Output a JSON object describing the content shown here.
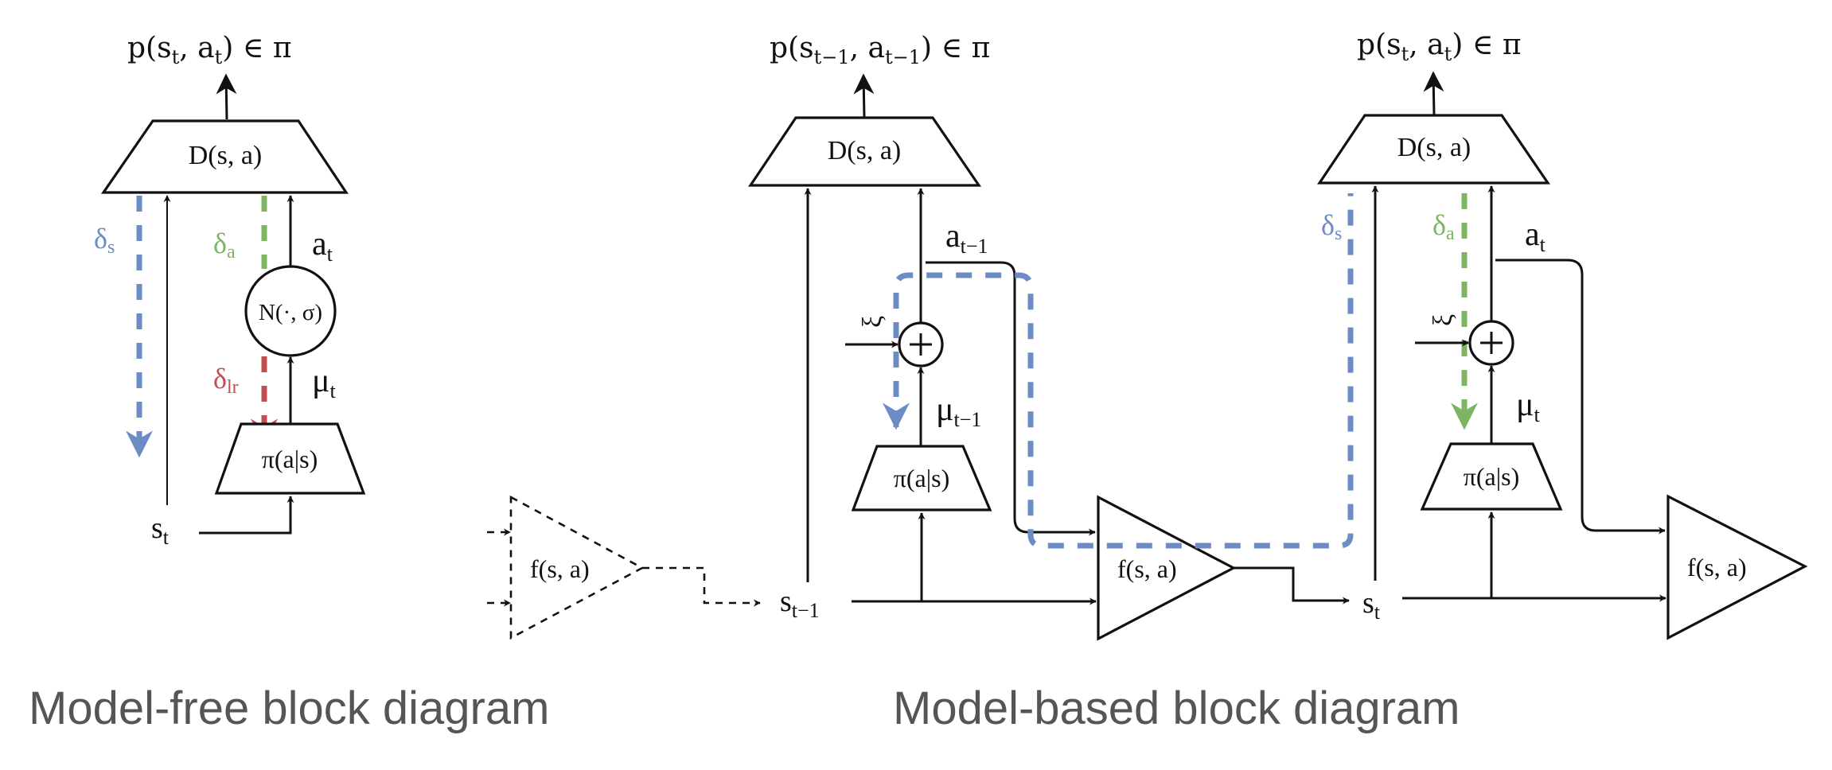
{
  "colors": {
    "grad_state": "#6b8cc4",
    "grad_action": "#7db563",
    "grad_lr": "#c0504d",
    "caption": "#555555",
    "line": "#111111"
  },
  "captions": {
    "model_free": "Model-free block diagram",
    "model_based": "Model-based block diagram"
  },
  "model_free": {
    "output": "p(sₜ, aₜ) ∈ π",
    "discriminator": "D(s, a)",
    "noise": "N(·, σ)",
    "policy": "π(a|s)",
    "labels": {
      "delta_s": "δ",
      "delta_s_sub": "s",
      "delta_a": "δ",
      "delta_a_sub": "a",
      "delta_lr": "δ",
      "delta_lr_sub": "lr",
      "action": "a",
      "action_sub": "t",
      "mean": "μ",
      "mean_sub": "t",
      "state": "s",
      "state_sub": "t"
    }
  },
  "model_based": {
    "prev_model": "f(s, a)",
    "step_prev": {
      "output": "p(s",
      "output_sub1": "t−1",
      "output_mid": ", a",
      "output_sub2": "t−1",
      "output_end": ") ∈ π",
      "discriminator": "D(s, a)",
      "policy": "π(a|s)",
      "noise_label": "ξ",
      "action": "a",
      "action_sub": "t−1",
      "mean": "μ",
      "mean_sub": "t−1",
      "state": "s",
      "state_sub": "t−1",
      "model": "f(s, a)"
    },
    "step_curr": {
      "output": "p(s",
      "output_sub1": "t",
      "output_mid": ", a",
      "output_sub2": "t",
      "output_end": ") ∈ π",
      "discriminator": "D(s, a)",
      "policy": "π(a|s)",
      "noise_label": "ξ",
      "action": "a",
      "action_sub": "t",
      "mean": "μ",
      "mean_sub": "t",
      "state": "s",
      "state_sub": "t",
      "model": "f(s, a)",
      "delta_s": "δ",
      "delta_s_sub": "s",
      "delta_a": "δ",
      "delta_a_sub": "a"
    }
  },
  "icons": {
    "sum_junction": "circle-plus",
    "arrowhead": "triangle-arrow"
  }
}
